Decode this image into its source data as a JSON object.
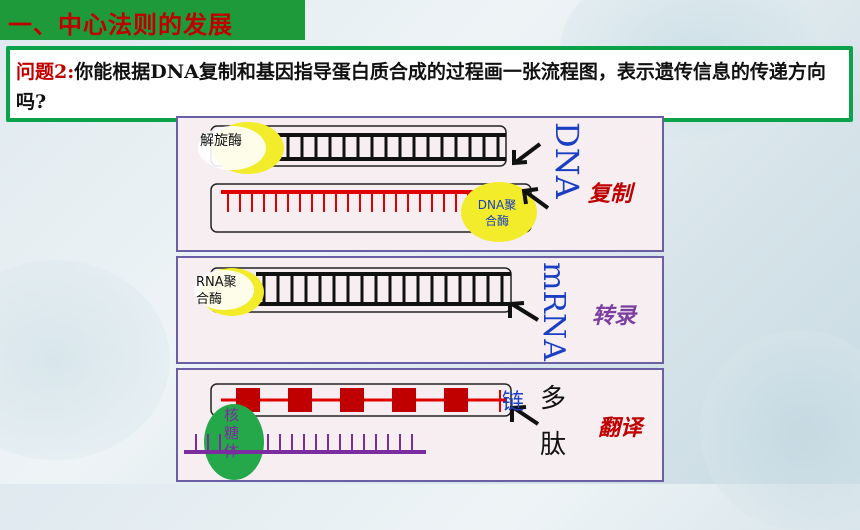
{
  "title": "一、中心法则的发展",
  "question": {
    "label": "问题2:",
    "text": "你能根据DNA复制和基因指导蛋白质合成的过程画一张流程图，表示遗传信息的传递方向吗?"
  },
  "panels": [
    {
      "side_label": "DNA",
      "process": "复制",
      "enzyme_top": "解旋酶",
      "enzyme_bottom": "DNA聚合酶"
    },
    {
      "side_label": "mRNA",
      "process": "转录",
      "enzyme": "RNA聚合酶"
    },
    {
      "side_label_1": "多",
      "side_label_2": "肽",
      "chain_label": "链",
      "process": "翻译",
      "ribosome": "核糖体"
    }
  ],
  "colors": {
    "title_bg": "#1f9a3a",
    "title_text": "#c00000",
    "question_border": "#0aa34a",
    "dna_label": "#1a3fc4",
    "process_red": "#c00000",
    "process_purple": "#7a3fa0",
    "enzyme_yellow": "#f2ec2a",
    "strand_red": "#e00000",
    "ribosome_green": "#24a84a",
    "trna_purple": "#7b2c9e"
  }
}
